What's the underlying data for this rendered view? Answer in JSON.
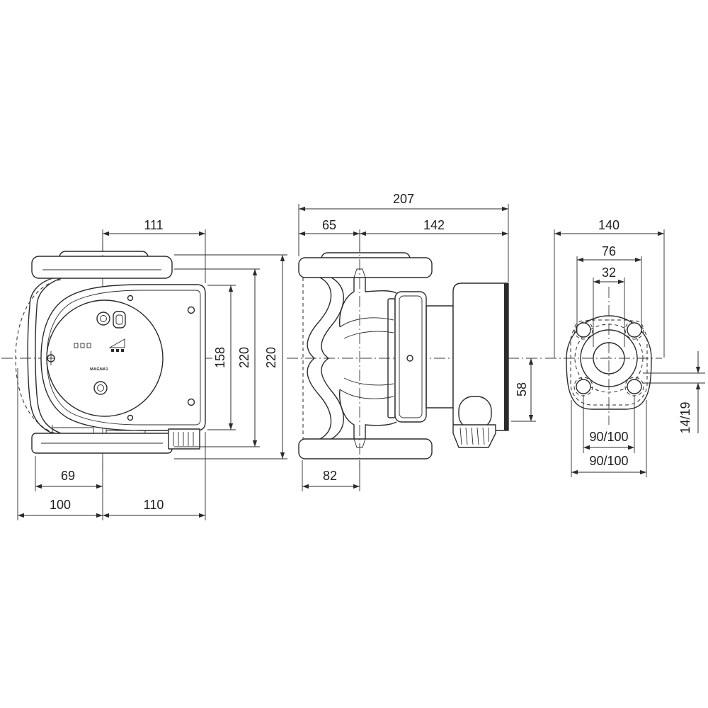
{
  "drawing": {
    "front_view": {
      "logo": "MAGNA1",
      "dim_width_top": "111",
      "dim_height_box": "158",
      "dim_height_inner": "220",
      "dim_height_outer": "220",
      "dim_flange_offset": "69",
      "dim_left_extent": "100",
      "dim_right_extent": "110"
    },
    "side_view": {
      "dim_overall_length": "207",
      "dim_left_length": "65",
      "dim_right_length": "142",
      "dim_connector_drop": "58",
      "dim_flange_offset": "82"
    },
    "flange_view": {
      "dim_flange_width": "140",
      "dim_bolt_circle": "76",
      "dim_bore": "32",
      "dim_bolt_spacing_inner": "90/100",
      "dim_bolt_spacing_outer": "90/100",
      "dim_bolt_hole": "14/19"
    }
  },
  "colors": {
    "line": "#2b2b2b",
    "background": "#ffffff"
  }
}
